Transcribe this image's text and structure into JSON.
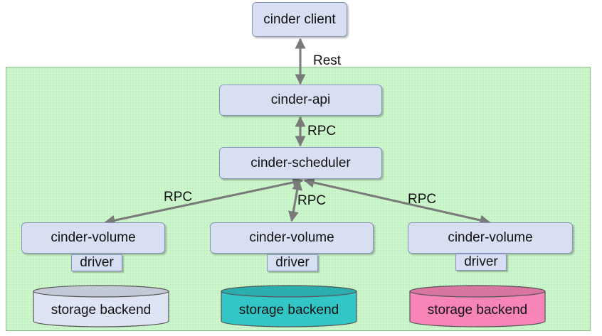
{
  "client": {
    "label": "cinder client"
  },
  "api": {
    "label": "cinder-api"
  },
  "scheduler": {
    "label": "cinder-scheduler"
  },
  "links": {
    "client_api": "Rest",
    "api_scheduler": "RPC",
    "scheduler_volume_left": "RPC",
    "scheduler_volume_middle": "RPC",
    "scheduler_volume_right": "RPC"
  },
  "volumes": [
    {
      "label": "cinder-volume",
      "driver": "driver",
      "backend": "storage backend",
      "backend_color": "#dfe4f5"
    },
    {
      "label": "cinder-volume",
      "driver": "driver",
      "backend": "storage backend",
      "backend_color": "#33c6c6"
    },
    {
      "label": "cinder-volume",
      "driver": "driver",
      "backend": "storage backend",
      "backend_color": "#f785b7"
    }
  ],
  "colors": {
    "region": "#ccf7cc",
    "node": "#d8dff3",
    "arrow": "#7a7a7a"
  }
}
